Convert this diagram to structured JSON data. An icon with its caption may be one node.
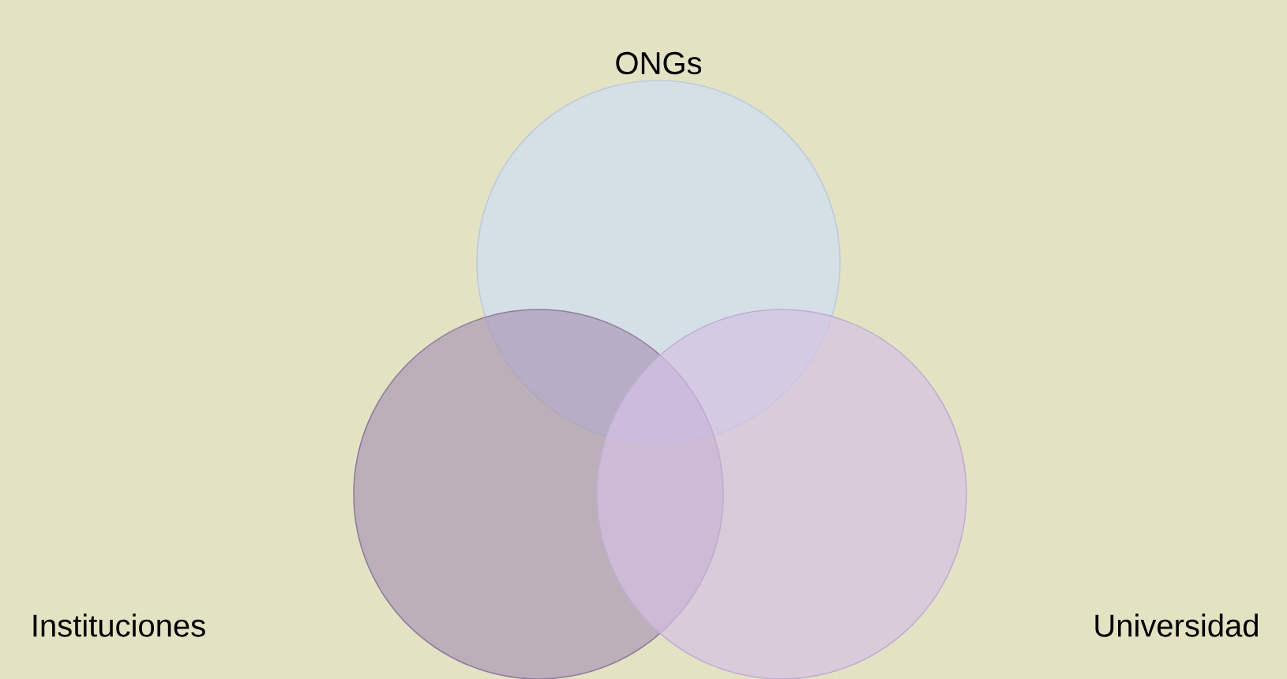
{
  "diagram": {
    "nodes": [
      {
        "text": [
          "ONGs"
        ]
      },
      {
        "text": [
          "Instituciones"
        ]
      },
      {
        "text": [
          "Universidad"
        ]
      }
    ]
  }
}
